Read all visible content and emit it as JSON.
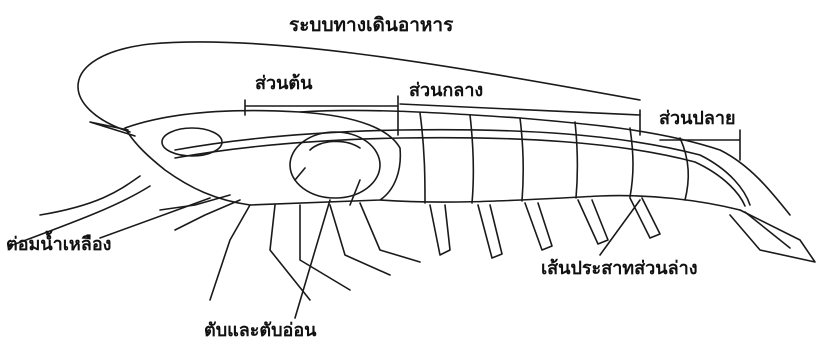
{
  "diagram": {
    "title": "ระบบทางเดินอาหาร",
    "labels": {
      "foregut": "ส่วนต้น",
      "midgut": "ส่วนกลาง",
      "hindgut": "ส่วนปลาย",
      "lymphoid_organ": "ต่อมน้ำเหลือง",
      "ventral_nerve_cord": "เส้นประสาทส่วนล่าง",
      "hepatopancreas": "ตับและตับอ่อน"
    },
    "colors": {
      "ink": "#1a1a1a",
      "background": "#ffffff"
    }
  }
}
